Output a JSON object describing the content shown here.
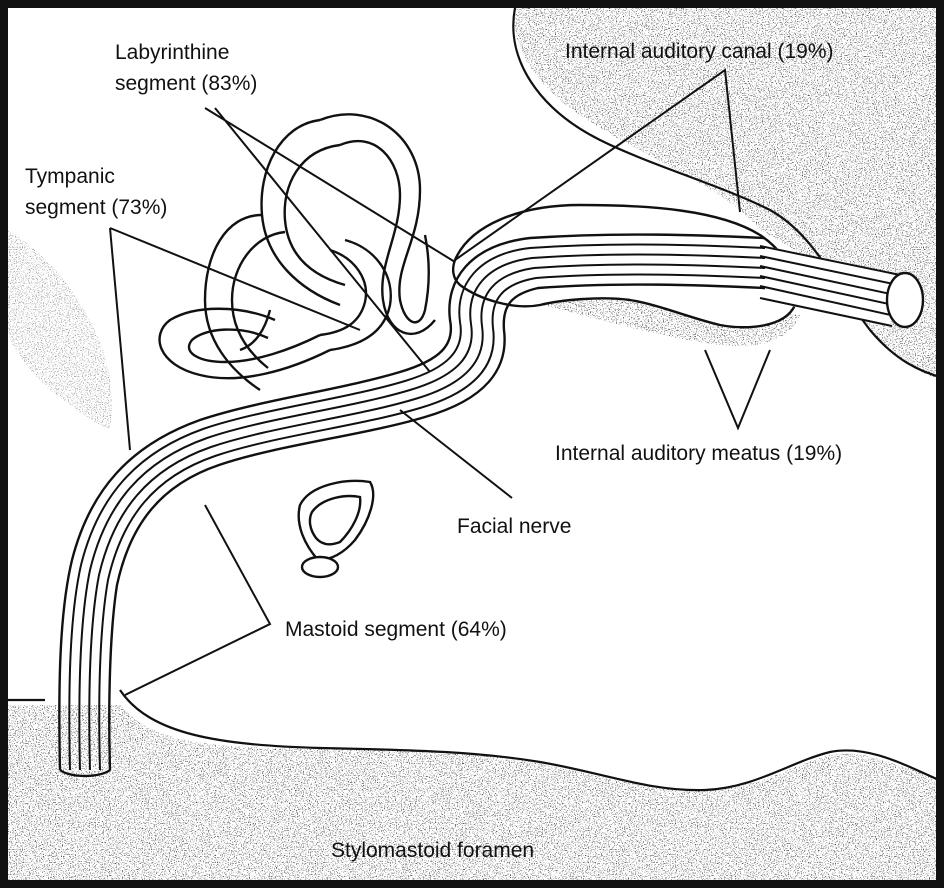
{
  "labels": {
    "labyrinthine_line1": "Labyrinthine",
    "labyrinthine_line2": "segment (83%)",
    "tympanic_line1": "Tympanic",
    "tympanic_line2": "segment (73%)",
    "internal_auditory_canal": "Internal auditory canal (19%)",
    "internal_auditory_meatus": "Internal auditory meatus (19%)",
    "facial_nerve": "Facial nerve",
    "mastoid_segment": "Mastoid segment (64%)",
    "stylomastoid_foramen": "Stylomastoid foramen"
  },
  "colors": {
    "ink": "#111111",
    "paper": "#ffffff",
    "stipple": "#555555"
  }
}
